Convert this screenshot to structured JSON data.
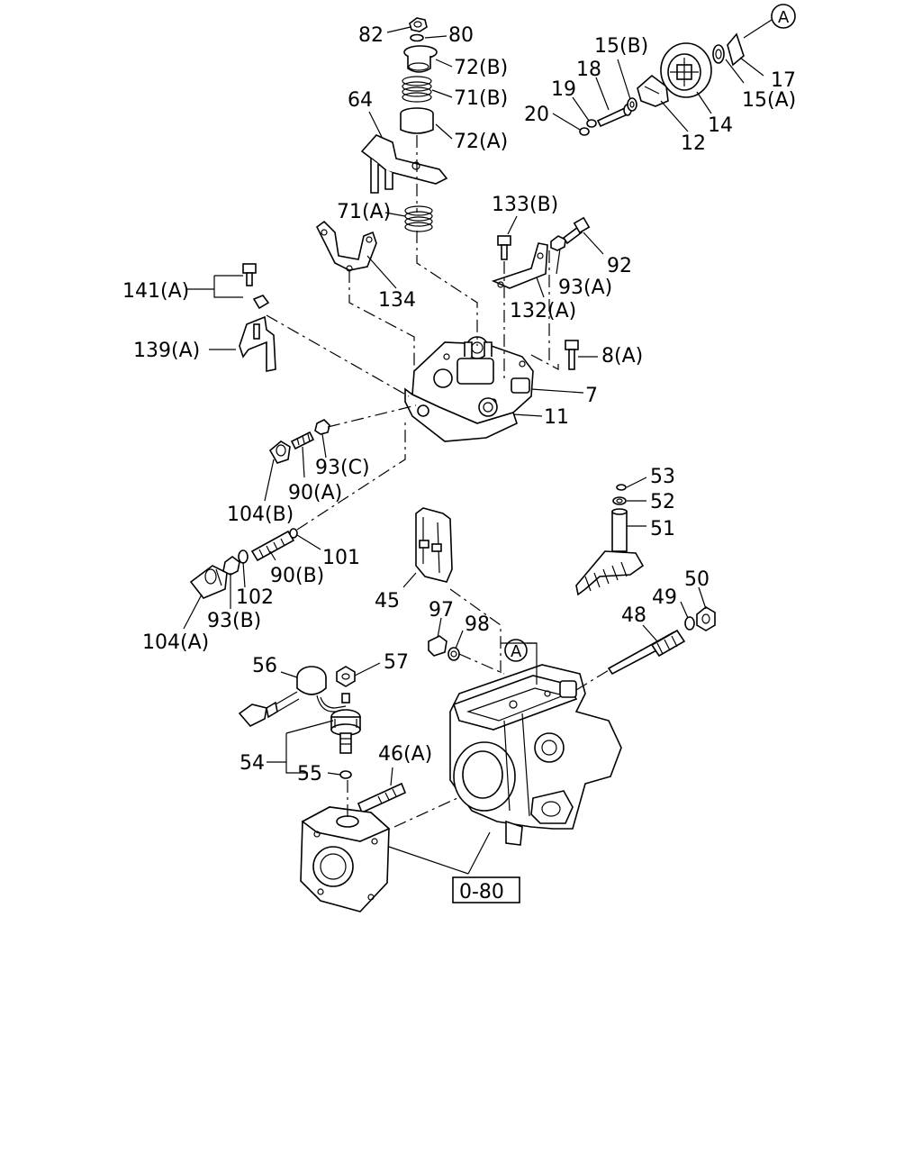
{
  "labels": {
    "l82": "82",
    "l80": "80",
    "l72b": "72(B)",
    "l71b": "71(B)",
    "l72a": "72(A)",
    "l64": "64",
    "l71a": "71(A)",
    "l134": "134",
    "l141a": "141(A)",
    "l139a": "139(A)",
    "l133b": "133(B)",
    "l92": "92",
    "l93a": "93(A)",
    "l132a": "132(A)",
    "l8a": "8(A)",
    "l7": "7",
    "l11": "11",
    "l15b": "15(B)",
    "l18": "18",
    "l19": "19",
    "l20": "20",
    "l12": "12",
    "l14": "14",
    "l17": "17",
    "l15a": "15(A)",
    "lA1": "A",
    "l93c": "93(C)",
    "l90a": "90(A)",
    "l104b": "104(B)",
    "l101": "101",
    "l90b": "90(B)",
    "l102": "102",
    "l93b": "93(B)",
    "l104a": "104(A)",
    "l53": "53",
    "l52": "52",
    "l51": "51",
    "l45": "45",
    "l97": "97",
    "l98": "98",
    "lA2": "A",
    "l48": "48",
    "l49": "49",
    "l50": "50",
    "l56": "56",
    "l57": "57",
    "l54": "54",
    "l55": "55",
    "l46a": "46(A)",
    "l080": "0-80"
  }
}
